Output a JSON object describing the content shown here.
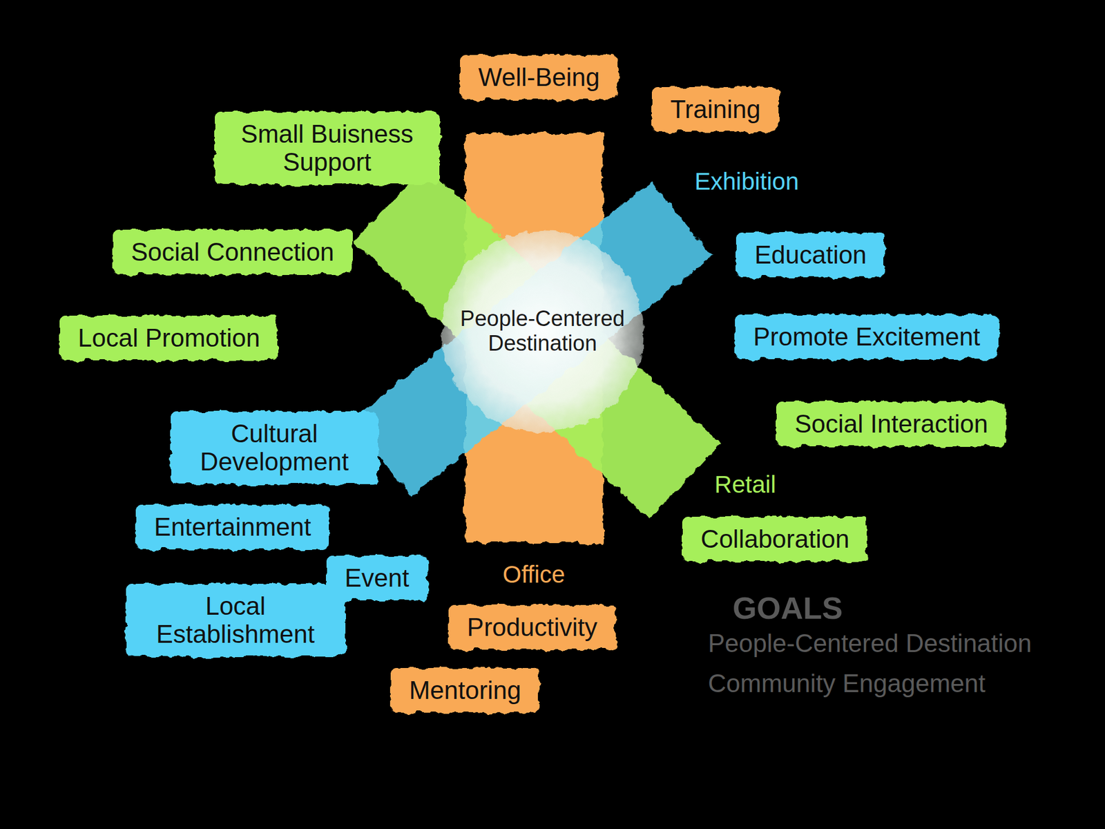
{
  "diagram": {
    "nodes": [
      {
        "text": [
          "Well-Being"
        ]
      },
      {
        "text": [
          "Training"
        ]
      },
      {
        "text": [
          "Small Buisness Support"
        ]
      },
      {
        "text": [
          "Exhibition"
        ]
      },
      {
        "text": [
          "Social Connection"
        ]
      },
      {
        "text": [
          "Education"
        ]
      },
      {
        "text": [
          "People-Centered Destination"
        ]
      },
      {
        "text": [
          "Local Promotion"
        ]
      },
      {
        "text": [
          "Promote Excitement"
        ]
      },
      {
        "text": [
          "Social Interaction"
        ]
      },
      {
        "text": [
          "Cultural Development"
        ]
      },
      {
        "text": [
          "Retail"
        ]
      },
      {
        "text": [
          "Entertainment"
        ]
      },
      {
        "text": [
          "Collaboration"
        ]
      },
      {
        "text": [
          "Event"
        ]
      },
      {
        "text": [
          "Office"
        ]
      },
      {
        "text": [
          "Local Establishment"
        ]
      },
      {
        "text": [
          "Productivity"
        ]
      },
      {
        "text": [
          "Mentoring"
        ]
      }
    ],
    "labels": [
      "GOALS",
      "People-Centered Destination",
      "Community Engagement"
    ]
  }
}
